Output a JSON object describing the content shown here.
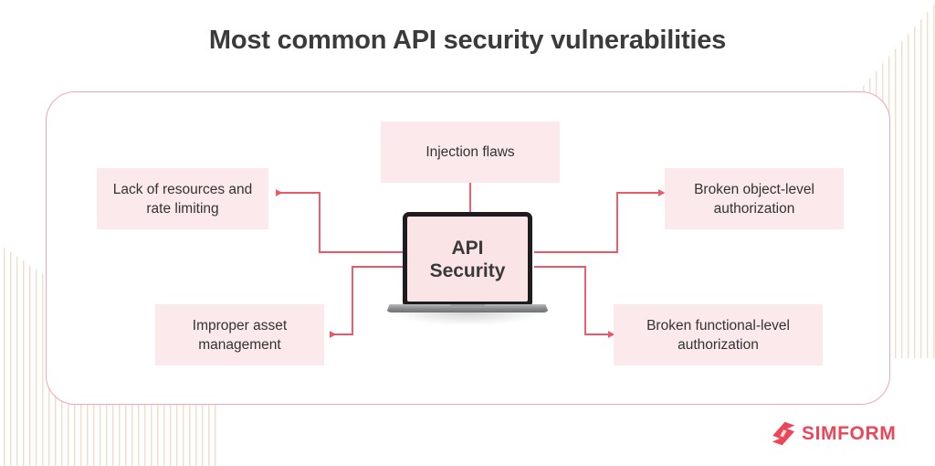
{
  "title": "Most common API security vulnerabilities",
  "center": {
    "label_line1": "API",
    "label_line2": "Security",
    "device": "laptop"
  },
  "nodes": [
    {
      "id": "injection-flaws",
      "label": "Injection flaws",
      "position": "top-center",
      "arrow": "none"
    },
    {
      "id": "lack-of-resources",
      "label": "Lack of resources and rate limiting",
      "position": "left-top",
      "arrow": "left"
    },
    {
      "id": "broken-object-level",
      "label": "Broken object-level authorization",
      "position": "right-top",
      "arrow": "right"
    },
    {
      "id": "improper-asset-management",
      "label": "Improper asset management",
      "position": "left-bottom",
      "arrow": "left"
    },
    {
      "id": "broken-functional-level",
      "label": "Broken functional-level authorization",
      "position": "right-bottom",
      "arrow": "right"
    }
  ],
  "brand": {
    "name": "SIMFORM",
    "mark": "simform-logo-icon"
  },
  "colors": {
    "accent": "#ee5768",
    "box_fill": "#fce9eb",
    "card_border": "#f2a7b4",
    "text": "#333333",
    "title": "#3b3b3b",
    "logo": "#ec4659",
    "stripes": "#f0ddcb",
    "laptop_body": "#1d1d1f",
    "screen_fill": "#fae4e6"
  }
}
